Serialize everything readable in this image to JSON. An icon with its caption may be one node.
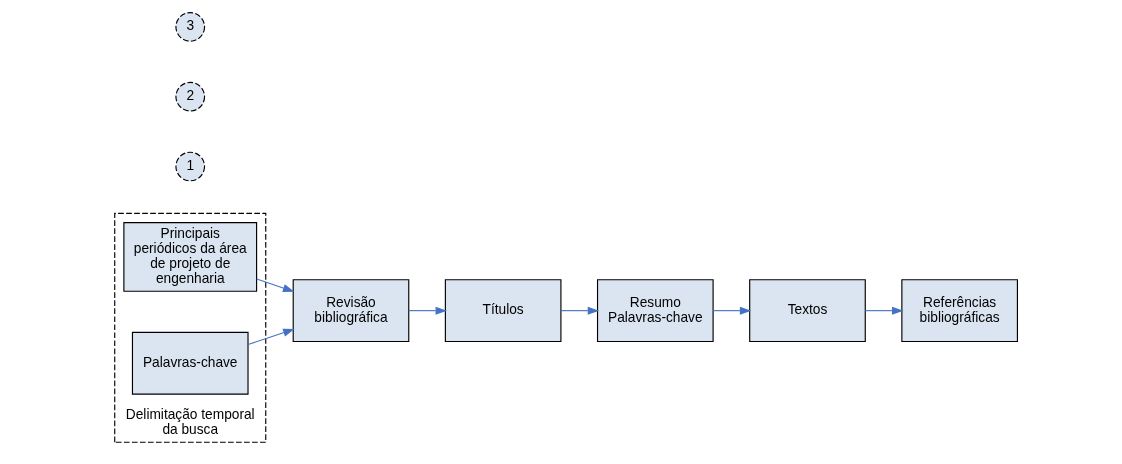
{
  "diagram": {
    "nodes": [
      {
        "text": [
          "Delimitação temporal da busca"
        ]
      },
      {
        "text": [
          "1"
        ]
      },
      {
        "text": [
          "Principais periódicos da área de projeto de engenharia"
        ],
        "in": 0
      },
      {
        "text": [
          "2"
        ]
      },
      {
        "text": [
          "Palavras-chave"
        ],
        "in": 0
      },
      {
        "text": [
          "3"
        ]
      },
      {
        "text": [
          "Revisão bibliográfica"
        ]
      },
      {
        "text": [
          "Títulos"
        ]
      },
      {
        "text": [
          "Resumo Palavras-chave"
        ]
      },
      {
        "text": [
          "Textos"
        ]
      },
      {
        "text": [
          "Referências bibliográficas"
        ]
      }
    ],
    "edges": [
      {
        "from": 2,
        "to": 6,
        "arrow": "to"
      },
      {
        "from": 4,
        "to": 6,
        "arrow": "to"
      },
      {
        "from": 6,
        "to": 7,
        "arrow": "to"
      },
      {
        "from": 7,
        "to": 8,
        "arrow": "to"
      },
      {
        "from": 8,
        "to": 9,
        "arrow": "to"
      },
      {
        "from": 9,
        "to": 10,
        "arrow": "to"
      }
    ]
  }
}
